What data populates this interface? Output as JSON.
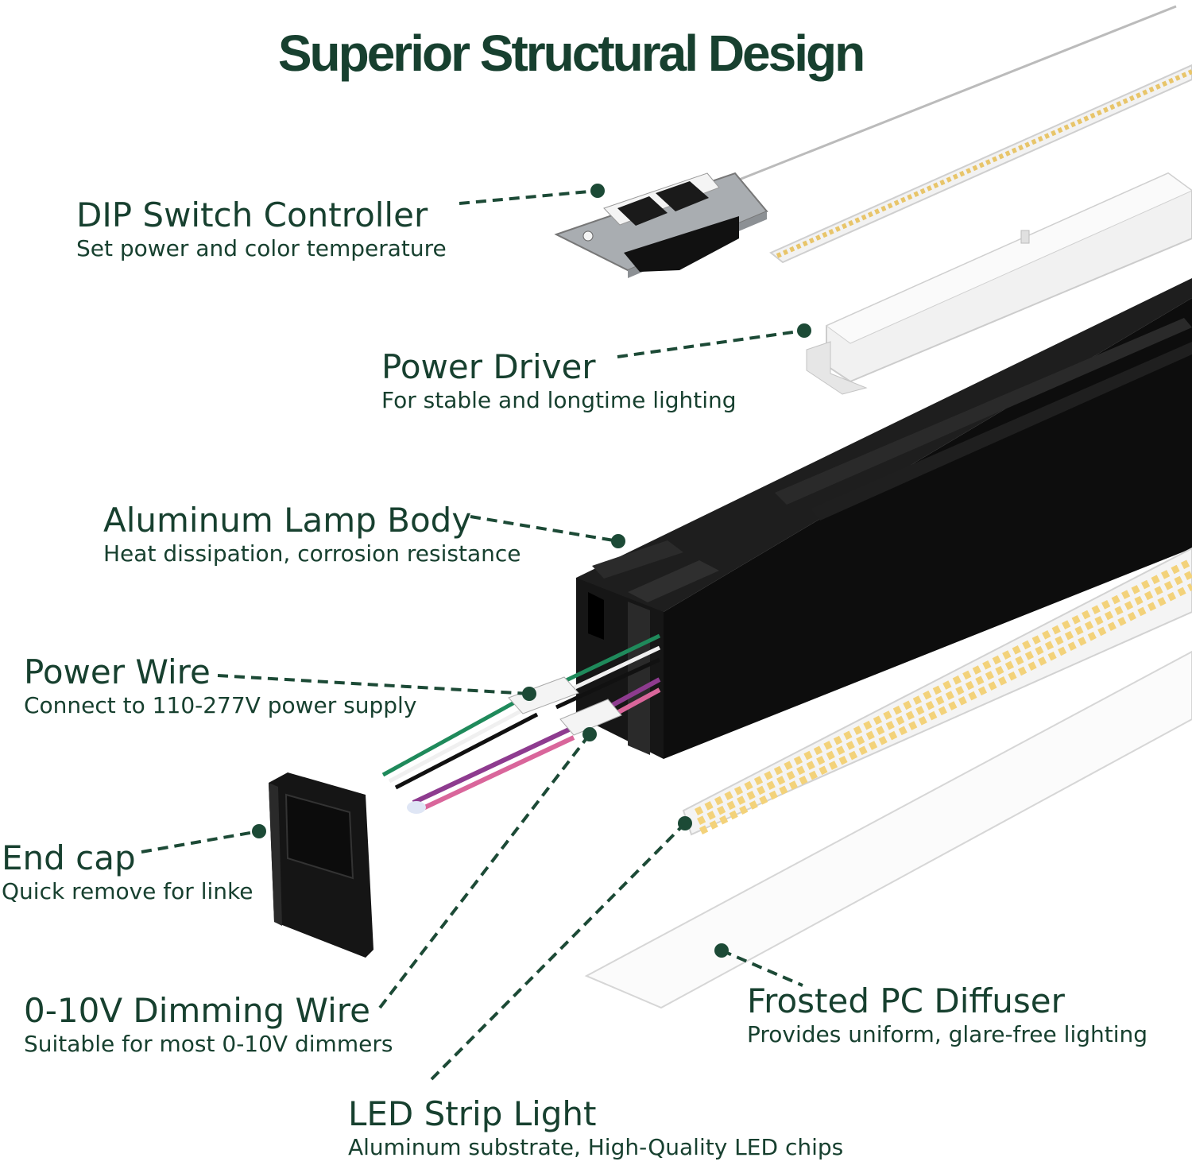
{
  "title": "Superior Structural Design",
  "colors": {
    "label": "#17402f",
    "line": "#1c4a36",
    "body": "#0d0d0d",
    "led_chip": "#f3d27a",
    "wire_green": "#1f8a5b",
    "wire_purple": "#8e3b8f",
    "wire_pink": "#d9669b"
  },
  "components": {
    "dip_switch": {
      "title": "DIP Switch Controller",
      "subtitle": "Set power and color temperature"
    },
    "power_driver": {
      "title": "Power Driver",
      "subtitle": "For stable and longtime lighting"
    },
    "lamp_body": {
      "title": "Aluminum Lamp Body",
      "subtitle": "Heat dissipation, corrosion resistance"
    },
    "power_wire": {
      "title": "Power Wire",
      "subtitle": "Connect to 110-277V power supply"
    },
    "end_cap": {
      "title": "End cap",
      "subtitle": "Quick remove for linke"
    },
    "dimming_wire": {
      "title": "0-10V Dimming Wire",
      "subtitle": "Suitable for most 0-10V dimmers"
    },
    "diffuser": {
      "title": "Frosted PC Diffuser",
      "subtitle": "Provides uniform, glare-free lighting"
    },
    "led_strip": {
      "title": "LED Strip Light",
      "subtitle": "Aluminum substrate, High-Quality LED chips"
    }
  }
}
